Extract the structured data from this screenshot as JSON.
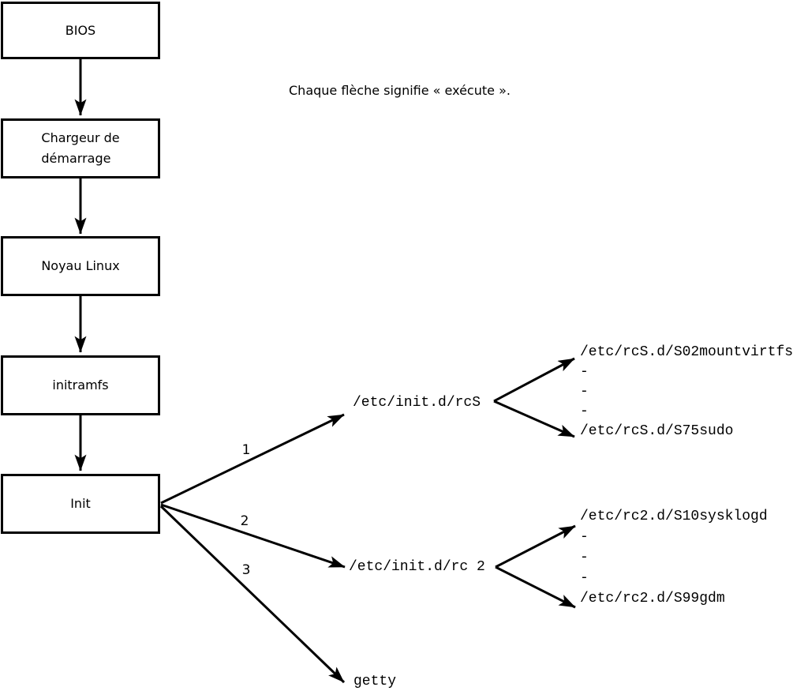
{
  "caption": "Chaque flèche signifie « exécute ».",
  "chain": [
    {
      "label": "BIOS"
    },
    {
      "label": "Chargeur de\ndémarrage"
    },
    {
      "label": "Noyau Linux"
    },
    {
      "label": "initramfs"
    },
    {
      "label": "Init"
    }
  ],
  "branches": [
    {
      "number": "1",
      "target": "/etc/init.d/rcS",
      "children": [
        "/etc/rcS.d/S02mountvirtfs",
        "-",
        "-",
        "-",
        "/etc/rcS.d/S75sudo"
      ]
    },
    {
      "number": "2",
      "target": "/etc/init.d/rc 2",
      "children": [
        "/etc/rc2.d/S10sysklogd",
        "-",
        "-",
        "-",
        "/etc/rc2.d/S99gdm"
      ]
    },
    {
      "number": "3",
      "target": "getty"
    }
  ]
}
